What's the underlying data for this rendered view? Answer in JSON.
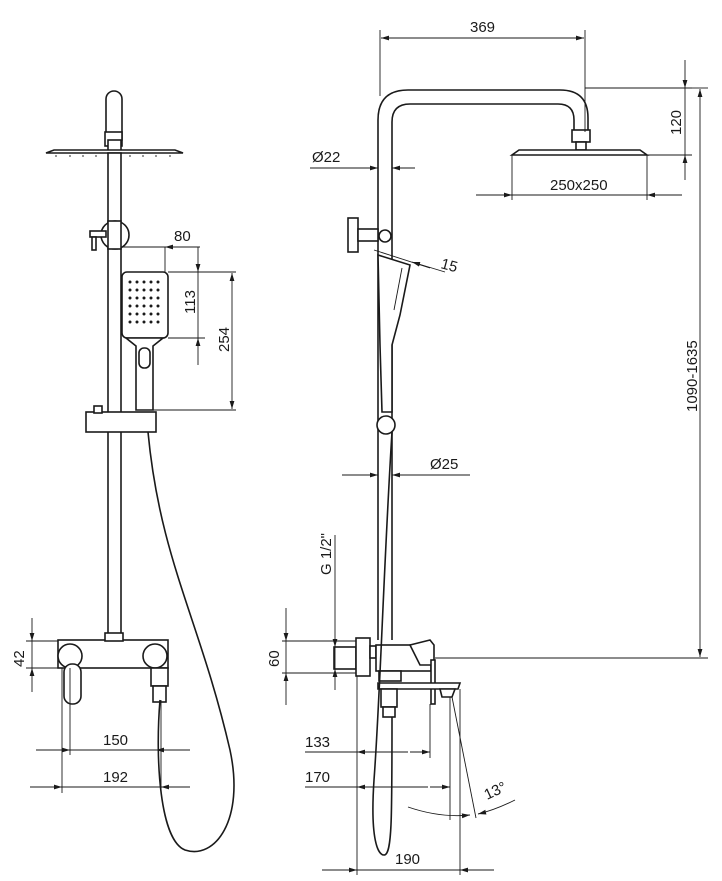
{
  "drawing": {
    "title": "Shower column dimensional drawing",
    "front_view": {
      "dims": {
        "handshower_offset": "80",
        "handshower_head_height": "113",
        "handshower_length": "254",
        "mixer_height": "42",
        "mixer_width": "150",
        "mixer_total_width": "192"
      }
    },
    "side_view": {
      "dims": {
        "arm_reach": "369",
        "head_drop": "120",
        "upper_pipe_diameter": "Ø22",
        "head_size": "250x250",
        "handshower_angle": "15",
        "height_range": "1090-1635",
        "lower_pipe_diameter": "Ø25",
        "connection_thread": "G 1/2\"",
        "escutcheon_height": "60",
        "mixer_depth": "133",
        "spout_reach": "170",
        "spout_angle": "13°",
        "total_depth": "190"
      }
    }
  }
}
